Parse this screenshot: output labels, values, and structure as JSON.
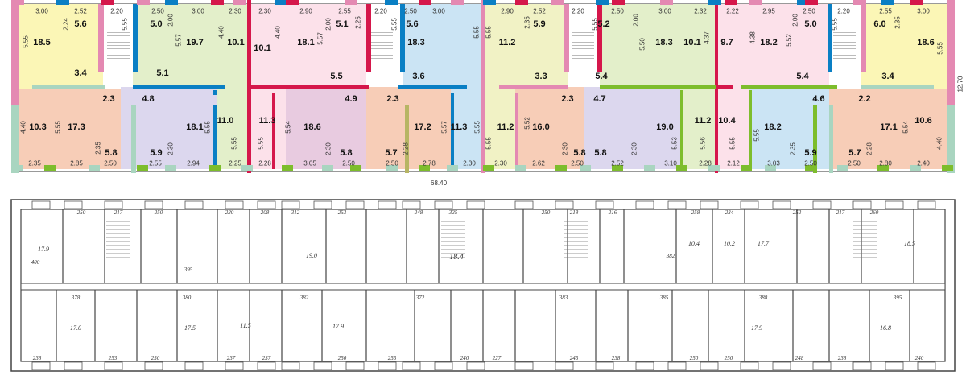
{
  "top_plan": {
    "overall_length": "68.40",
    "overall_width": "12.70",
    "room_areas": [
      "18.5",
      "5.6",
      "3.4",
      "5.0",
      "19.7",
      "10.1",
      "5.1",
      "10.1",
      "18.1",
      "5.1",
      "5.5",
      "5.6",
      "18.3",
      "3.6",
      "11.2",
      "5.9",
      "3.3",
      "5.2",
      "5.4",
      "18.3",
      "10.1",
      "9.7",
      "18.2",
      "5.0",
      "5.4",
      "6.0",
      "18.6",
      "3.4",
      "10.3",
      "17.3",
      "2.3",
      "5.8",
      "4.8",
      "18.1",
      "5.9",
      "11.0",
      "11.3",
      "18.6",
      "4.9",
      "5.8",
      "2.3",
      "17.2",
      "5.7",
      "11.3",
      "11.2",
      "16.0",
      "2.3",
      "5.8",
      "4.7",
      "5.8",
      "19.0",
      "11.2",
      "10.4",
      "18.2",
      "4.6",
      "5.9",
      "2.2",
      "17.1",
      "10.6",
      "5.7"
    ],
    "top_dimensions": [
      "3.00",
      "2.52",
      "2.20",
      "2.50",
      "3.00",
      "2.30",
      "2.30",
      "2.90",
      "2.55",
      "2.20",
      "2.50",
      "3.00",
      "2.90",
      "2.52",
      "2.20",
      "2.50",
      "3.00",
      "2.32",
      "2.22",
      "2.95",
      "2.50",
      "2.20",
      "2.55",
      "3.00"
    ],
    "bottom_dimensions": [
      "2.35",
      "2.85",
      "2.50",
      "2.55",
      "2.94",
      "2.25",
      "2.28",
      "3.05",
      "2.50",
      "2.50",
      "2.78",
      "2.30",
      "2.30",
      "2.62",
      "2.50",
      "2.52",
      "3.10",
      "2.28",
      "2.12",
      "3.03",
      "2.50",
      "2.50",
      "2.80",
      "2.40"
    ],
    "vertical_dimensions": [
      "5.55",
      "2.24",
      "5.55",
      "2.00",
      "5.57",
      "4.40",
      "4.40",
      "5.57",
      "2.00",
      "5.55",
      "2.25",
      "5.55",
      "5.55",
      "2.35",
      "5.55",
      "2.00",
      "5.50",
      "4.37",
      "4.38",
      "5.52",
      "2.00",
      "5.55",
      "2.35",
      "5.55",
      "4.40",
      "5.55",
      "2.35",
      "2.30",
      "5.55",
      "5.55",
      "5.55",
      "5.54",
      "2.30",
      "2.28",
      "5.57",
      "5.55",
      "5.55",
      "5.52",
      "2.30",
      "2.30",
      "5.53",
      "5.56",
      "5.55",
      "5.55",
      "2.35",
      "2.28",
      "5.54",
      "4.40"
    ],
    "colors": {
      "yellow": "#fbf6b6",
      "pink": "#fce1ea",
      "green": "#e3efca",
      "blue": "#cbe4f4",
      "lavender": "#dcd7ee",
      "salmon": "#f7cdb7",
      "purple": "#e8cbe0",
      "olive": "#f1f2c5",
      "wall_pink": "#e489b2",
      "wall_blue": "#0a7fc4",
      "wall_red": "#d5174b",
      "wall_green": "#7dbd2c",
      "wall_mint": "#a9d5c0",
      "wall_olive": "#b7b564"
    }
  },
  "bottom_plan": {
    "top_dimensions": [
      "250",
      "217",
      "250",
      "220",
      "208",
      "312",
      "253",
      "248",
      "325",
      "250",
      "218",
      "216",
      "258",
      "234",
      "252",
      "217",
      "260"
    ],
    "bottom_dimensions": [
      "238",
      "253",
      "250",
      "237",
      "237",
      "250",
      "255",
      "240",
      "227",
      "245",
      "238",
      "250",
      "250",
      "248",
      "238",
      "240"
    ],
    "room_labels": [
      "17.9",
      "19.0",
      "18.4",
      "17.0",
      "17.5",
      "17.9",
      "11.5",
      "10.2",
      "10.4",
      "17.7",
      "18.5",
      "17.9",
      "16.8"
    ],
    "depth_labels": [
      "400",
      "395",
      "378",
      "380",
      "382",
      "372",
      "383",
      "382",
      "385",
      "388",
      "395"
    ]
  }
}
